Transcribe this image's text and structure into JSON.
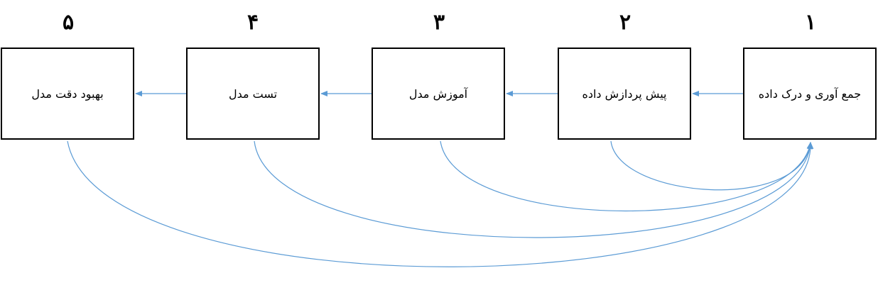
{
  "diagram": {
    "steps": [
      {
        "number": "۱",
        "label": "جمع آوری و درک داده"
      },
      {
        "number": "۲",
        "label": "پیش پردازش داده"
      },
      {
        "number": "۳",
        "label": "آموزش مدل"
      },
      {
        "number": "۴",
        "label": "تست مدل"
      },
      {
        "number": "۵",
        "label": "بهبود دقت مدل"
      }
    ],
    "colors": {
      "arrow": "#5b9bd5",
      "border": "#000000"
    },
    "flow": "right-to-left",
    "feedback_target": "step-1"
  }
}
